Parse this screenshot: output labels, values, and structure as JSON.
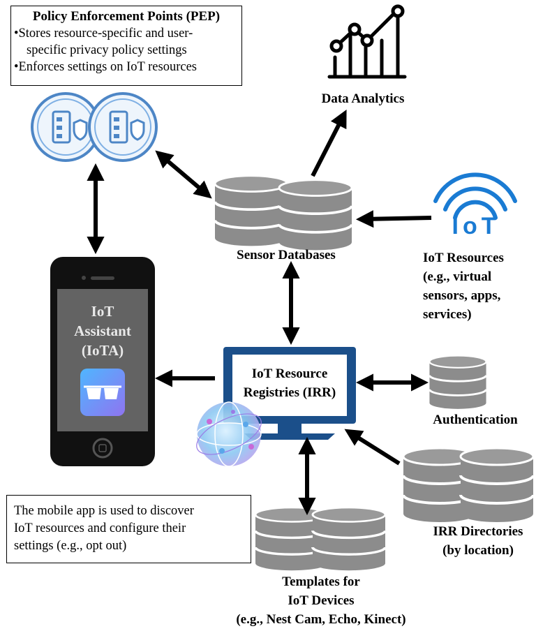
{
  "pep": {
    "title": "Policy Enforcement Points (PEP)",
    "bullet1_line1": "•Stores resource-specific and user-",
    "bullet1_line2": "specific privacy policy settings",
    "bullet2": "•Enforces settings on IoT resources"
  },
  "data_analytics": {
    "label": "Data Analytics"
  },
  "sensor_databases": {
    "label": "Sensor Databases"
  },
  "iot_resources": {
    "icon_text": "IoT",
    "line1": "IoT Resources",
    "line2": "(e.g., virtual",
    "line3": "sensors, apps,",
    "line4": "services)"
  },
  "phone": {
    "line1": "IoT",
    "line2": "Assistant",
    "line3": "(IoTA)"
  },
  "irr": {
    "line1": "IoT Resource",
    "line2": "Registries (IRR)"
  },
  "authentication": {
    "label": "Authentication"
  },
  "irr_directories": {
    "line1": "IRR Directories",
    "line2": "(by location)"
  },
  "templates": {
    "line1": "Templates for",
    "line2": "IoT Devices",
    "line3": "(e.g., Nest Cam, Echo, Kinect)"
  },
  "note": {
    "line1": "The mobile app is used to discover",
    "line2": "IoT resources and configure their",
    "line3": "settings (e.g., opt out)"
  },
  "colors": {
    "wifi_blue": "#1a7bd3",
    "monitor_blue": "#1b4f8a",
    "phone_screen": "#636363",
    "database_gray": "#8c8c8c",
    "pep_icon_blue": "#4d86c6",
    "app_icon_gradient": [
      "#4fb6ff",
      "#8f74f0"
    ]
  }
}
